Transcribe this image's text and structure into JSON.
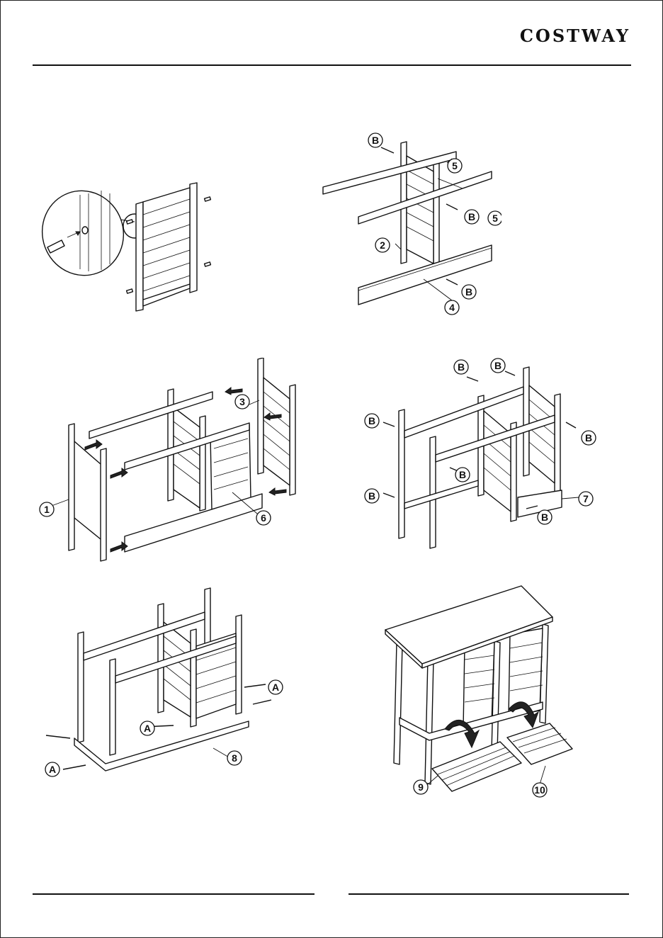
{
  "header": {
    "brand": "COSTWAY"
  },
  "step1": {},
  "step2": {
    "labels": [
      "B",
      "5",
      "B",
      "5",
      "2",
      "B",
      "4"
    ]
  },
  "step3": {
    "labels": [
      "3",
      "1",
      "6"
    ]
  },
  "step4": {
    "labels": [
      "B",
      "B",
      "B",
      "B",
      "B",
      "B",
      "7",
      "B"
    ]
  },
  "step5": {
    "labels": [
      "A",
      "A",
      "A",
      "8"
    ]
  },
  "step6": {
    "labels": [
      "9",
      "10"
    ]
  }
}
